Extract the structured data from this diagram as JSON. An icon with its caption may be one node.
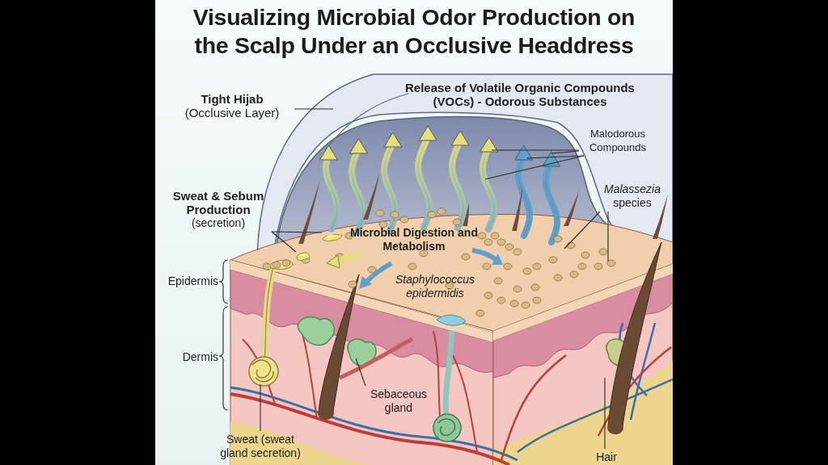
{
  "diagram": {
    "title": "Visualizing Microbial Odor Production on the Scalp Under an Occlusive Headdress",
    "nodes": [
      {
        "text": [
          "Tight Hijab",
          "(Occlusive Layer)"
        ]
      },
      {
        "text": [
          "Malodorous Compounds"
        ]
      },
      {
        "text": [
          "Sweat & Sebum Production",
          "(secretion)"
        ]
      },
      {
        "text": [
          "*Malassezia* species"
        ]
      },
      {
        "text": [
          "Sebaceous gland"
        ]
      },
      {
        "text": [
          "Sweat (sweat gland secretion)"
        ]
      },
      {
        "text": [
          "Hair"
        ]
      },
      {
        "text": [],
        "shape": "drop"
      },
      {
        "text": [],
        "shape": "drop"
      }
    ],
    "edges": [
      {
        "from": 0,
        "to": null,
        "arrow": "none"
      },
      {
        "from": 1,
        "to": null,
        "arrow": "none"
      },
      {
        "from": 1,
        "to": null,
        "arrow": "none"
      },
      {
        "from": 1,
        "to": null,
        "arrow": "none"
      },
      {
        "from": 1,
        "to": null,
        "arrow": "none"
      },
      {
        "from": 2,
        "to": 7,
        "arrow": "none"
      },
      {
        "from": 2,
        "to": 8,
        "arrow": "none"
      },
      {
        "from": 3,
        "to": null,
        "arrow": "none"
      },
      {
        "from": 3,
        "to": null,
        "arrow": "none"
      },
      {
        "from": 4,
        "to": null,
        "arrow": "none"
      },
      {
        "from": 5,
        "to": null,
        "arrow": "none"
      },
      {
        "from": 6,
        "to": null,
        "arrow": "none"
      }
    ],
    "labels": [
      "Release of Volatile Organic Compounds (VOCs) - Odorous Substances",
      "Microbial Digestion and Metabolism",
      "Staphylococcus epidermidis",
      "Epidermis",
      "Dermis"
    ]
  }
}
